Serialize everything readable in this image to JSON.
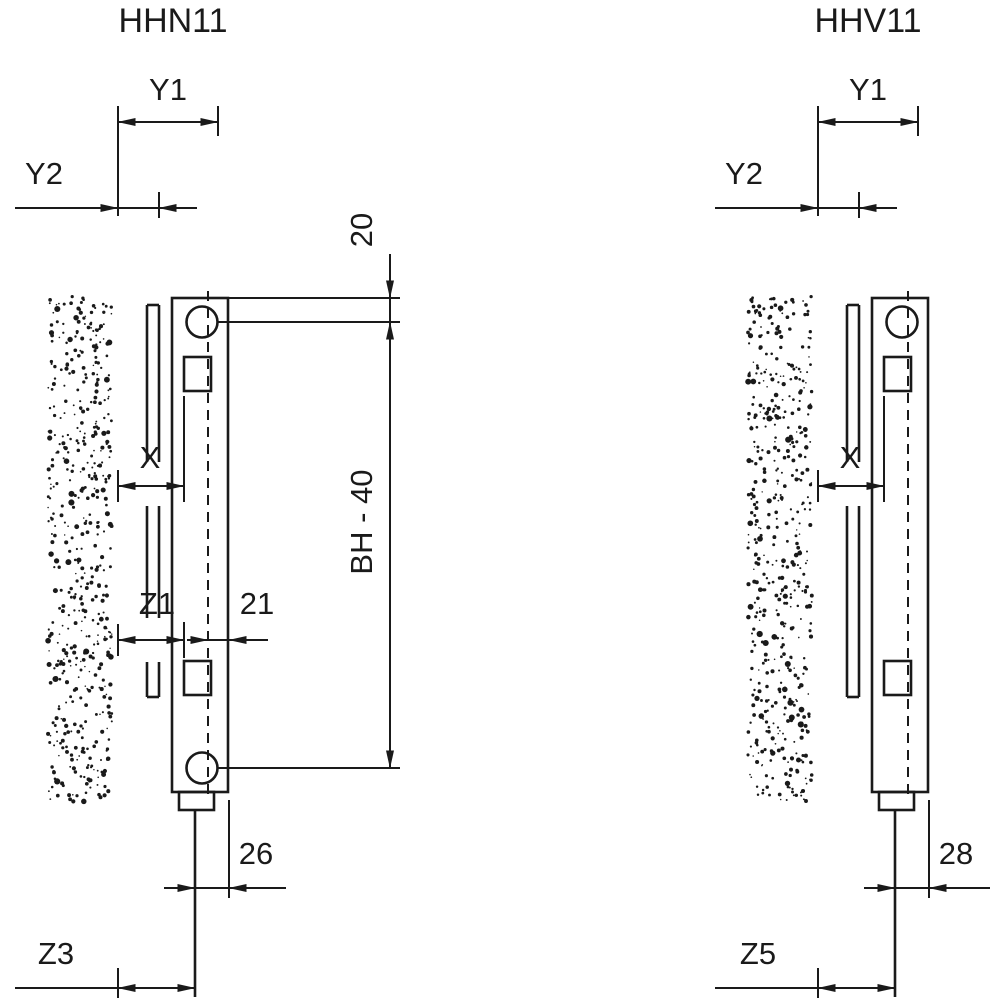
{
  "colors": {
    "line": "#1a1a1a",
    "background": "#ffffff"
  },
  "diagrams": [
    {
      "id": "hhn11",
      "title": "HHN11",
      "dimensions": {
        "y1": "Y1",
        "y2": "Y2",
        "x": "X",
        "z1": "Z1",
        "d21": "21",
        "d20": "20",
        "bh": "BH - 40",
        "d26": "26",
        "z3": "Z3"
      }
    },
    {
      "id": "hhv11",
      "title": "HHV11",
      "dimensions": {
        "y1": "Y1",
        "y2": "Y2",
        "x": "X",
        "d28": "28",
        "z5": "Z5"
      }
    }
  ]
}
